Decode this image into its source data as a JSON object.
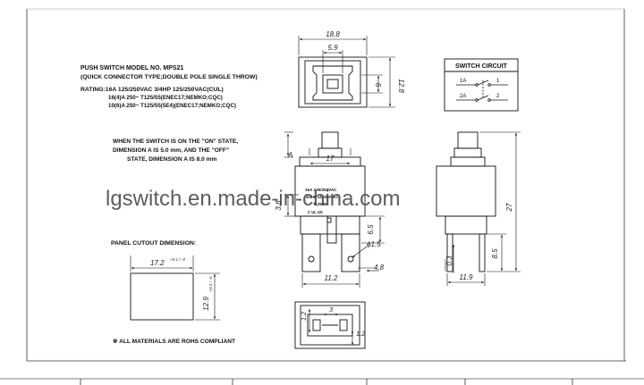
{
  "title_block": {
    "line1": "PUSH SWITCH MODEL NO. MPS21",
    "line2": "(QUICK CONNECTOR TYPE;DOUBLE POLE SINGLE THROW)",
    "rating1": "RATING:16A 125/250VAC 3/4HP 125/250VAC(CUL)",
    "rating2": "16(4)A 250~ T125/55(ENEC17;NEMKO;CQC)",
    "rating3": "10(6)A 250~ T125/55(5E4)(ENEC17;NEMKO;CQC)"
  },
  "switch_circuit": {
    "title": "SWITCH CIRCUIT",
    "label_1a": "1A",
    "label_2a": "2A",
    "label_1": "1",
    "label_2": "2"
  },
  "note": {
    "line1": "WHEN THE SWITCH IS ON THE \"ON\" STATE,",
    "line2": "DIMENSION A IS 5.0 mm, AND THE \"OFF\"",
    "line3": "STATE, DIMENSION A IS 8.0 mm",
    "label_a": "A"
  },
  "top_view": {
    "dim_width": "18.8",
    "dim_inner": "5.9",
    "dim_small": "6",
    "dim_height": "12.8"
  },
  "front_view": {
    "dim_top": "17",
    "dim_left": "3.8",
    "dim_pin": "6.5",
    "dim_hole": "ϕ1.5",
    "dim_offset": "4.8",
    "dim_base": "11.2",
    "marking1": "16A 125/250VAC",
    "marking2": "3/4HP 125/250VAC",
    "marking3": "T125/55",
    "marking4": "C UL US"
  },
  "side_view": {
    "dim_height": "27",
    "dim_pin": "8.5",
    "dim_gap": "0.3",
    "dim_base": "11.9"
  },
  "panel_cutout": {
    "title": "PANEL CUTOUT DIMENSION:",
    "dim_width": "17.2",
    "dim_width_tol": "+0.1 / -0",
    "dim_height": "12.9",
    "dim_height_tol": "+0.1 / -0"
  },
  "bottom_view": {
    "dim_a": "1.2",
    "dim_b": "3",
    "dim_c": "1.2"
  },
  "rohs_note": "※ ALL MATERIALS ARE ROHS COMPLIANT",
  "watermark": "lgswitch.en.made-in-china.com"
}
